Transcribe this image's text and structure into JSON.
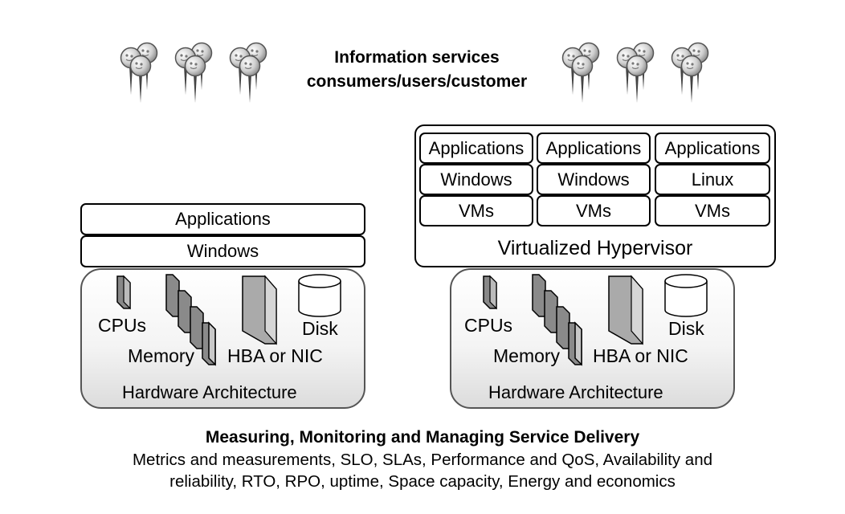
{
  "header": {
    "line1": "Information services",
    "line2": "consumers/users/customer"
  },
  "icons": {
    "user_group": "user-pin-icon"
  },
  "left_stack": {
    "applications": "Applications",
    "os": "Windows",
    "hardware": {
      "cpus": "CPUs",
      "memory": "Memory",
      "hba": "HBA or NIC",
      "disk": "Disk",
      "title": "Hardware Architecture"
    }
  },
  "right_stack": {
    "vms": [
      {
        "app": "Applications",
        "os": "Windows",
        "vm": "VMs"
      },
      {
        "app": "Applications",
        "os": "Windows",
        "vm": "VMs"
      },
      {
        "app": "Applications",
        "os": "Linux",
        "vm": "VMs"
      }
    ],
    "hypervisor": "Virtualized Hypervisor",
    "hardware": {
      "cpus": "CPUs",
      "memory": "Memory",
      "hba": "HBA or NIC",
      "disk": "Disk",
      "title": "Hardware Architecture"
    }
  },
  "footer": {
    "title": "Measuring, Monitoring and Managing Service Delivery",
    "line1": "Metrics and measurements, SLO, SLAs, Performance and QoS, Availability and",
    "line2": "reliability, RTO, RPO, uptime, Space capacity, Energy and economics"
  }
}
